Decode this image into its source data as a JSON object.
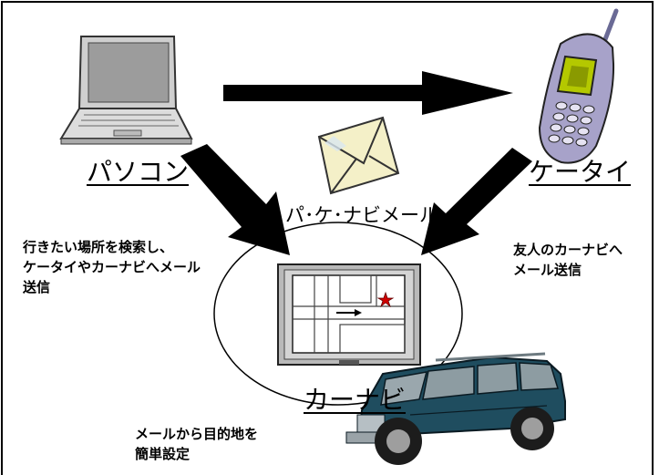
{
  "labels": {
    "pc": "パソコン",
    "phone": "ケータイ",
    "carnavi": "カーナビ",
    "mail_name": "パ･ケ･ナビメール"
  },
  "notes": {
    "left": [
      "行きたい場所を検索し、",
      "ケータイやカーナビへメール",
      "送信"
    ],
    "right": [
      "友人のカーナビへ",
      "メール送信"
    ],
    "bottom": [
      "メールから目的地を",
      "簡単設定"
    ]
  },
  "icons": [
    "laptop-icon",
    "mobile-phone-icon",
    "envelope-icon",
    "tv-monitor-icon",
    "map-star-icon",
    "suv-car-icon"
  ],
  "colors": {
    "arrow": "#000000",
    "phone_body": "#a7a2c9",
    "phone_screen": "#b4c800",
    "car_body": "#1f4d5f",
    "envelope": "#f4f0c8",
    "star": "#d10000"
  }
}
